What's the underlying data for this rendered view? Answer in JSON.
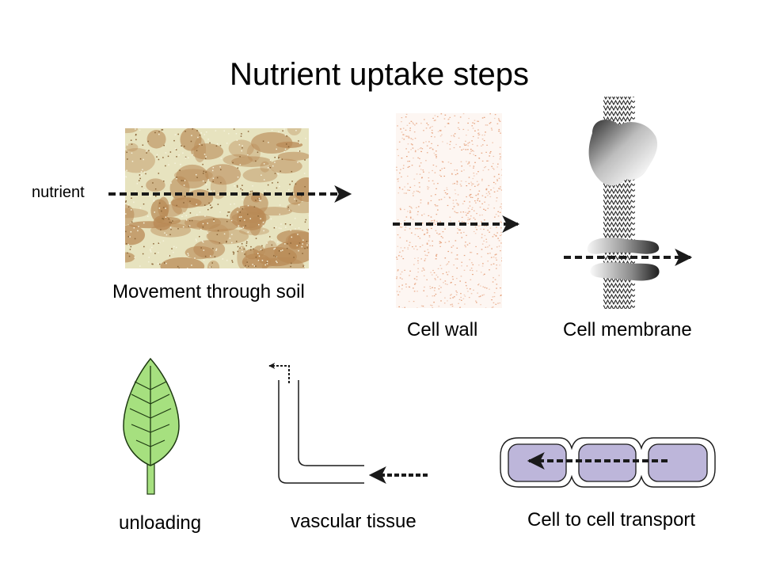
{
  "title": "Nutrient uptake steps",
  "labels": {
    "nutrient": "nutrient",
    "soil": "Movement through soil",
    "cell_wall": "Cell wall",
    "cell_membrane": "Cell membrane",
    "unloading": "unloading",
    "vascular": "vascular tissue",
    "cell_to_cell": "Cell to cell transport"
  },
  "colors": {
    "soil_base": "#e7e3bf",
    "soil_patch": "#b98a56",
    "cell_wall_speckle": "#e39a72",
    "leaf_fill": "#a6e07f",
    "leaf_stroke": "#1e3a12",
    "cell_fill": "#bdb6da",
    "arrow": "#1a1a1a"
  },
  "icons": [
    "soil-texture",
    "cell-wall-texture",
    "membrane-bilayer",
    "transport-protein",
    "channel-protein",
    "leaf-icon",
    "vascular-tube",
    "cell-chain"
  ]
}
